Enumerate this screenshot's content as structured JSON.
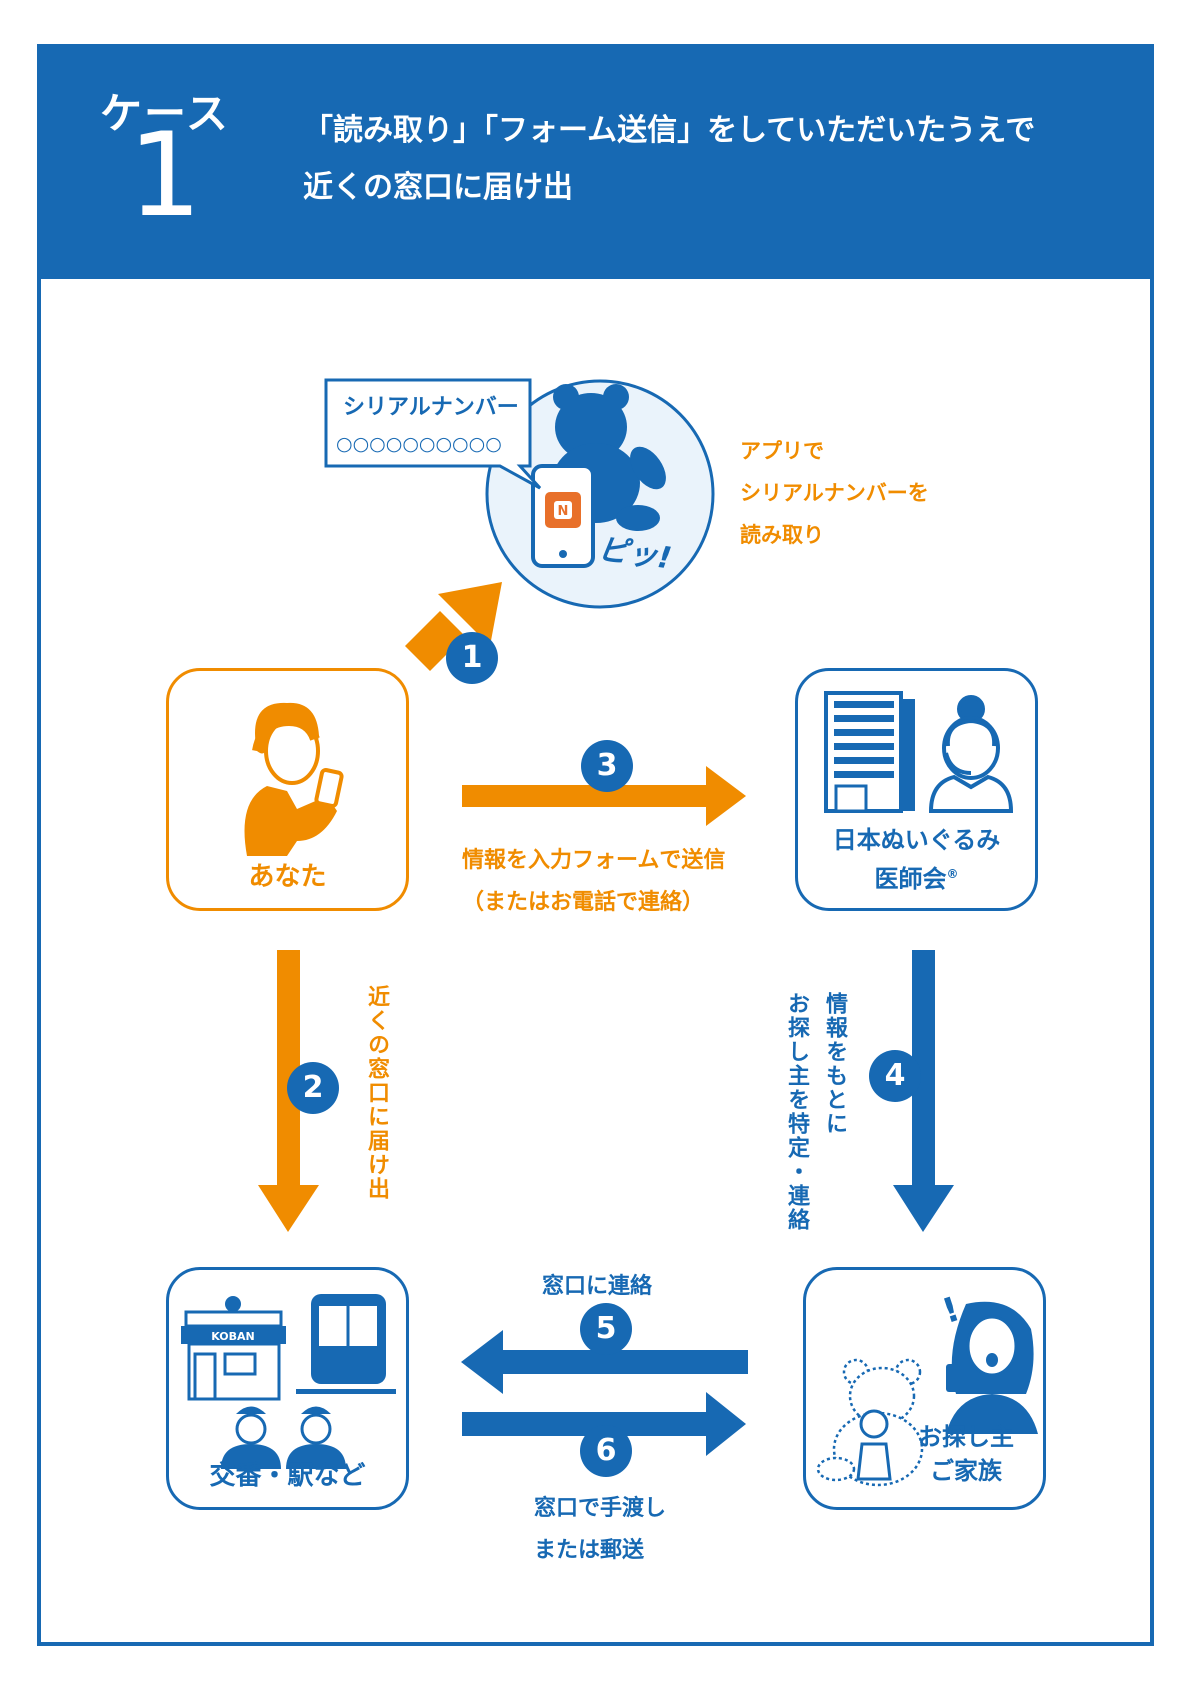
{
  "header": {
    "case_word": "ケース",
    "case_number": "1",
    "line1": "「読み取り」「フォーム送信」をしていただいたうえで",
    "line2": "近くの窓口に届け出"
  },
  "phone_panel": {
    "bubble_title": "シリアルナンバー",
    "bubble_value": "○○○○○○○○○○",
    "nfc_letter": "N",
    "beep": "ピッ!",
    "caption": [
      "アプリで",
      "シリアルナンバーを",
      "読み取り"
    ]
  },
  "nodes": {
    "you": "あなた",
    "association_line1": "日本ぬいぐるみ",
    "association_line2": "医師会",
    "registered": "®",
    "koban_sign": "KOBAN",
    "police": "交番・駅など",
    "owner_line1": "お探し主",
    "owner_line2": "ご家族"
  },
  "steps": {
    "s1": "1",
    "s2": "2",
    "s3": "3",
    "s4": "4",
    "s5": "5",
    "s6": "6",
    "s2_text": "近くの窓口に届け出",
    "s3_text1": "情報を入力フォームで送信",
    "s3_text2": "（またはお電話で連絡）",
    "s4_text1": "情報をもとに",
    "s4_text2": "お探し主を特定・連絡",
    "s5_text": "窓口に連絡",
    "s6_text1": "窓口で手渡し",
    "s6_text2": "または郵送"
  },
  "colors": {
    "blue": "#1769b3",
    "orange": "#f08c00",
    "light": "#eaf3fb"
  }
}
